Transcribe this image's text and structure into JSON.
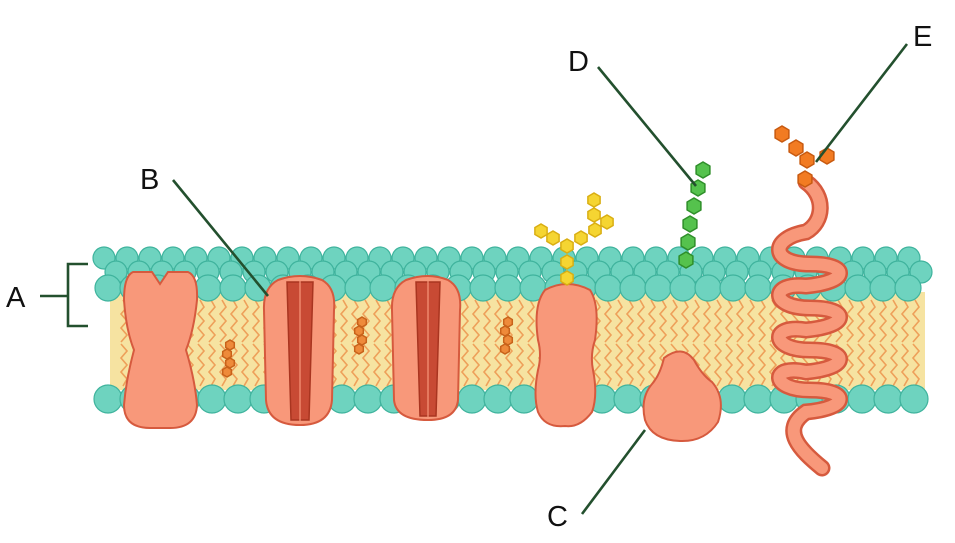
{
  "figure": {
    "labels": {
      "a": "A",
      "b": "B",
      "c": "C",
      "d": "D",
      "e": "E"
    }
  },
  "colors": {
    "head": "#6ed3bf",
    "head_stroke": "#3fb39d",
    "tail_fill": "#f6e3a1",
    "tail_line": "#eea05a",
    "protein": "#f8987a",
    "protein_stroke": "#d65a3e",
    "channel_dark": "#c84a34",
    "glycoprotein_sugar": "#f5d532",
    "glycolipid_sugar": "#55c24d",
    "helix_sugar": "#f27b22",
    "cholesterol": "#ee8a3a",
    "leader": "#23502e"
  },
  "icons": [
    "membrane-bilayer",
    "peripheral-protein-shape",
    "channel-protein-shape",
    "glycoprotein-shape",
    "glycolipid-chain",
    "helical-protein-shape"
  ]
}
